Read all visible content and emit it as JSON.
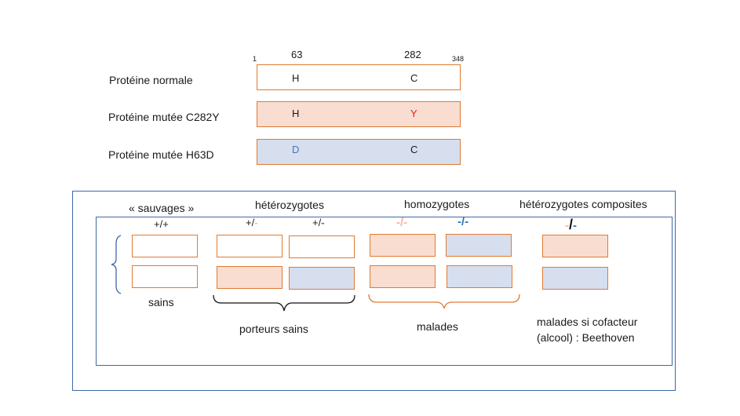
{
  "protein_diagram": {
    "positions": {
      "start": "1",
      "h63": "63",
      "c282": "282",
      "end": "348"
    },
    "rows": [
      {
        "label": "Protéine normale",
        "residue_a": "H",
        "residue_b": "C",
        "fill": "#ffffff"
      },
      {
        "label": "Protéine mutée C282Y",
        "residue_a": "H",
        "residue_b": "Y",
        "fill": "#f9ddd0",
        "residue_b_color": "#e02020"
      },
      {
        "label": "Protéine mutée H63D",
        "residue_a": "D",
        "residue_b": "C",
        "fill": "#d7deee",
        "residue_a_color": "#4472c4"
      }
    ]
  },
  "genotype_panel": {
    "headers": {
      "wild": "« sauvages »",
      "hetero": "hétérozygotes",
      "homo": "homozygotes",
      "compound": "hétérozygotes composites"
    },
    "genotypes": {
      "wild": "+/+",
      "het_c282y_plus": "+/",
      "het_c282y_minus": "-",
      "het_h63d_plus": "+/",
      "het_h63d_minus": "-",
      "homo_c282y": "-/-",
      "homo_h63d": "-/-",
      "compound_a": "-",
      "compound_slash": "/",
      "compound_b": "-"
    },
    "captions": {
      "wild": "sains",
      "hetero": "porteurs sains",
      "homo": "malades",
      "compound_line1": "malades si cofacteur",
      "compound_line2": "(alcool) : Beethoven"
    },
    "colors": {
      "c282y": "#f5b89a",
      "h63d": "#2e75b6",
      "border": "#e07a32",
      "frame": "#3f68a8"
    }
  }
}
